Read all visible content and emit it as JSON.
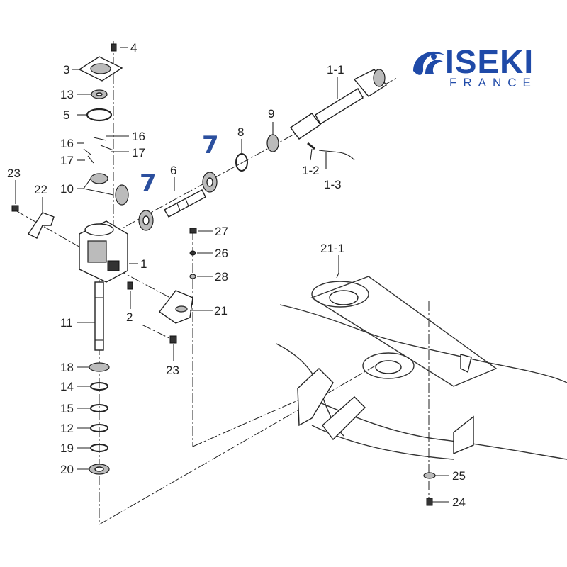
{
  "logo": {
    "brand": "ISEKI",
    "sub": "FRANCE",
    "color": "#1f4aa8"
  },
  "labels": {
    "p1": "1",
    "p1_1": "1-1",
    "p1_2": "1-2",
    "p1_3": "1-3",
    "p2": "2",
    "p3": "3",
    "p4": "4",
    "p5": "5",
    "p6": "6",
    "p7a": "7",
    "p7b": "7",
    "p8": "8",
    "p9": "9",
    "p10": "10",
    "p11": "11",
    "p12": "12",
    "p13": "13",
    "p14": "14",
    "p15": "15",
    "p16a": "16",
    "p16b": "16",
    "p17a": "17",
    "p17b": "17",
    "p18": "18",
    "p19": "19",
    "p20": "20",
    "p21": "21",
    "p21_1": "21-1",
    "p22": "22",
    "p23a": "23",
    "p23b": "23",
    "p24": "24",
    "p25": "25",
    "p26": "26",
    "p27": "27",
    "p28": "28"
  },
  "highlight_color": "#2b4f9e"
}
